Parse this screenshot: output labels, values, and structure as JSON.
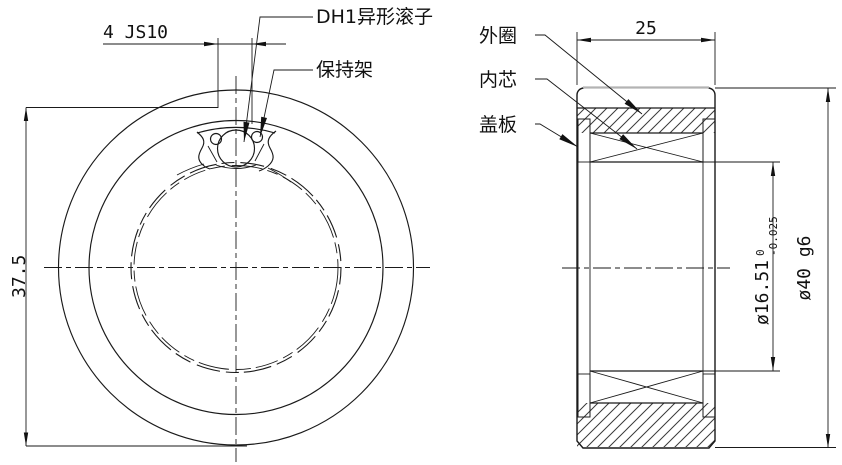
{
  "colors": {
    "line": "#1a1a1a",
    "edge_highlight": "#b3b3b3",
    "background": "#ffffff"
  },
  "left_view": {
    "dim_pocket_width": "4 JS10",
    "dim_flat_to_od": "37.5",
    "label_roller": "DH1异形滚子",
    "label_cage": "保持架"
  },
  "right_view": {
    "label_outer_ring": "外圈",
    "label_inner_core": "内芯",
    "label_cover_plate": "盖板",
    "dim_width": "25",
    "dim_bore_value": "ø16.51",
    "dim_bore_tol_upper": "0",
    "dim_bore_tol_lower": "-0.025",
    "dim_outer_diameter": "ø40 g6"
  }
}
